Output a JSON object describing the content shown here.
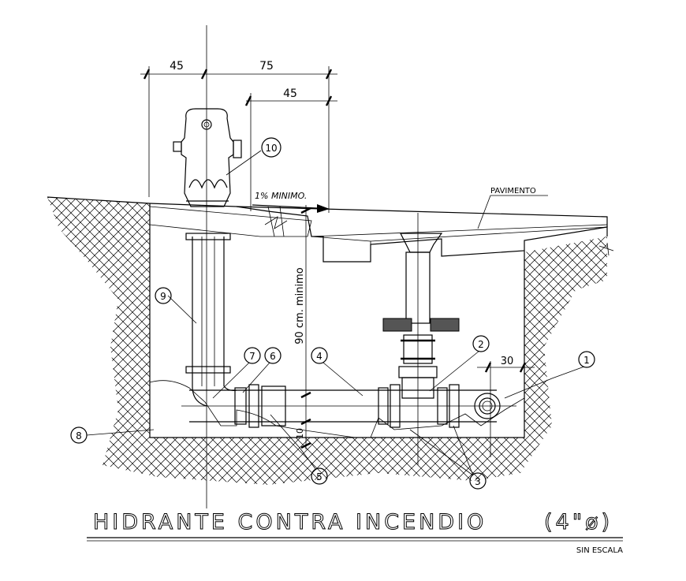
{
  "dimensions": {
    "top_left": "45",
    "top_right": "75",
    "second_row": "45",
    "right_offset": "30",
    "depth_vertical": "90 cm. minimo",
    "bottom_small": "10"
  },
  "labels": {
    "slope": "1% MINIMO.",
    "pavement": "PAVIMENTO"
  },
  "callouts": [
    "1",
    "2",
    "3",
    "4",
    "5",
    "6",
    "7",
    "8",
    "9",
    "10"
  ],
  "title": {
    "main": "HIDRANTE CONTRA INCENDIO",
    "size": "(4\"ø)",
    "scale": "SIN ESCALA"
  }
}
